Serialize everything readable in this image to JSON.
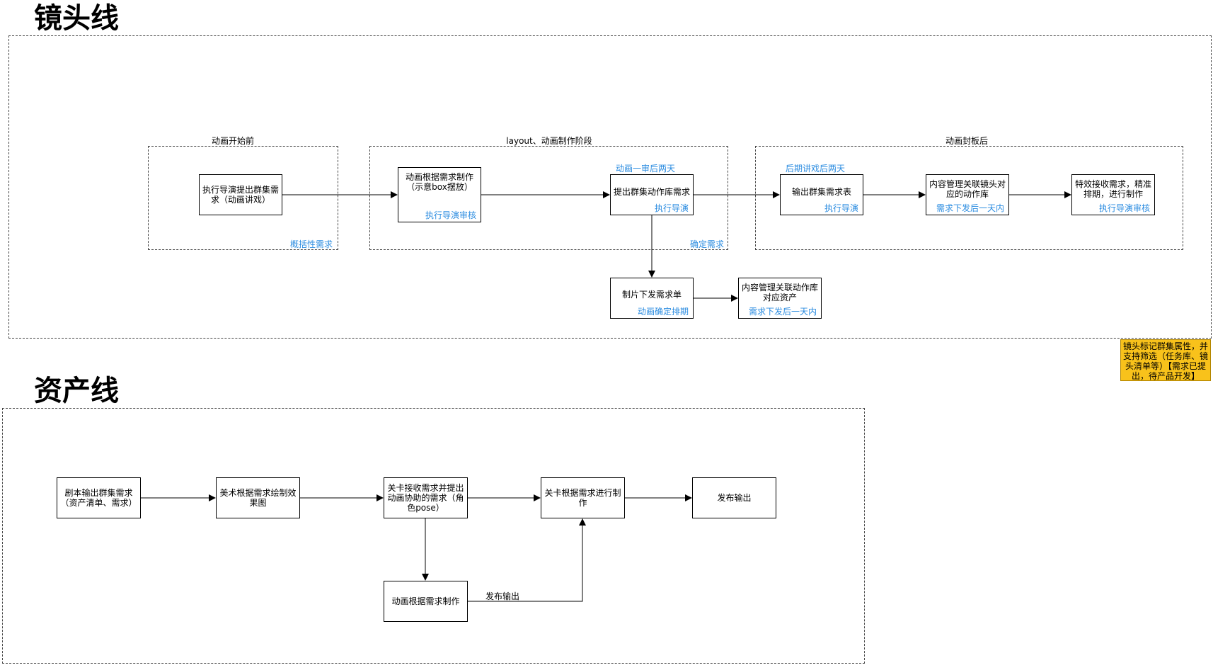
{
  "sections": {
    "shot_line": "镜头线",
    "asset_line": "资产线"
  },
  "shot": {
    "groups": {
      "before_label": "动画开始前",
      "before_tag": "概括性需求",
      "layout_label": "layout、动画制作阶段",
      "layout_tag": "确定需求",
      "after_label": "动画封板后"
    },
    "nodes": {
      "n1": {
        "text": "执行导演提出群集需求（动画讲戏）"
      },
      "n2": {
        "text": "动画根据需求制作（示意box摆放）",
        "tag": "执行导演审核"
      },
      "n3": {
        "text": "提出群集动作库需求",
        "tag": "执行导演"
      },
      "n4": {
        "text": "输出群集需求表",
        "tag": "执行导演"
      },
      "n5": {
        "text": "内容管理关联镜头对应的动作库",
        "tag": "需求下发后一天内"
      },
      "n6": {
        "text": "特效接收需求，精准排期，进行制作",
        "tag": "执行导演审核"
      },
      "n7": {
        "text": "制片下发需求单",
        "tag": "动画确定排期"
      },
      "n8": {
        "text": "内容管理关联动作库对应资产",
        "tag": "需求下发后一天内"
      }
    },
    "timing": {
      "after_review": "动画一审后两天",
      "after_talk": "后期讲戏后两天"
    },
    "note": "镜头标记群集属性，并支持筛选（任务库、镜头清单等）【需求已提出，待产品开发】"
  },
  "asset": {
    "nodes": {
      "a1": "剧本输出群集需求（资产清单、需求）",
      "a2": "美术根据需求绘制效果图",
      "a3": "关卡接收需求并提出动画协助的需求（角色pose）",
      "a4": "关卡根据需求进行制作",
      "a5": "发布输出",
      "a6": "动画根据需求制作"
    },
    "edge_label": "发布输出"
  },
  "colors": {
    "tag_blue": "#2b8ce0",
    "note_yellow": "#f8c21b"
  }
}
